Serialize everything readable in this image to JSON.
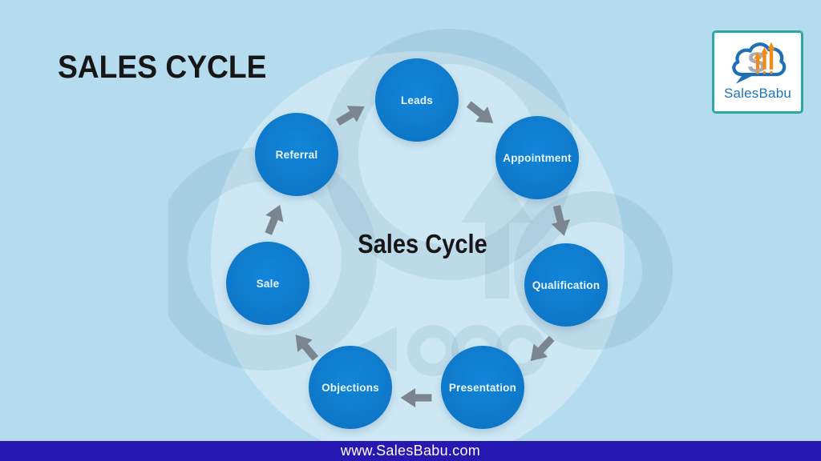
{
  "slide": {
    "title": "SALES CYCLE",
    "center_label": "Sales Cycle"
  },
  "logo": {
    "name": "SalesBabu",
    "icon": "salesbabu-cloud-bar-chart-logo"
  },
  "footer": {
    "url": "www.SalesBabu.com"
  },
  "diagram": {
    "type": "cycle",
    "direction": "clockwise",
    "nodes": [
      {
        "label": "Leads"
      },
      {
        "label": "Appointment"
      },
      {
        "label": "Qualification"
      },
      {
        "label": "Presentation"
      },
      {
        "label": "Objections"
      },
      {
        "label": "Sale"
      },
      {
        "label": "Referral"
      }
    ],
    "edges": [
      {
        "from": "Leads",
        "to": "Appointment"
      },
      {
        "from": "Appointment",
        "to": "Qualification"
      },
      {
        "from": "Qualification",
        "to": "Presentation"
      },
      {
        "from": "Presentation",
        "to": "Objections"
      },
      {
        "from": "Objections",
        "to": "Sale"
      },
      {
        "from": "Sale",
        "to": "Referral"
      },
      {
        "from": "Referral",
        "to": "Leads"
      }
    ]
  },
  "colors": {
    "background": "#b4dbee",
    "node_fill": "#0e77c8",
    "node_text": "#eaf5fd",
    "arrow": "#7b858e",
    "footer_bar": "#2718b2",
    "logo_border": "#2da9a4",
    "logo_text": "#1c76bc",
    "logo_cloud": "#1f6fb6",
    "logo_chart_orange": "#f28a1a",
    "title_text": "#161616"
  }
}
